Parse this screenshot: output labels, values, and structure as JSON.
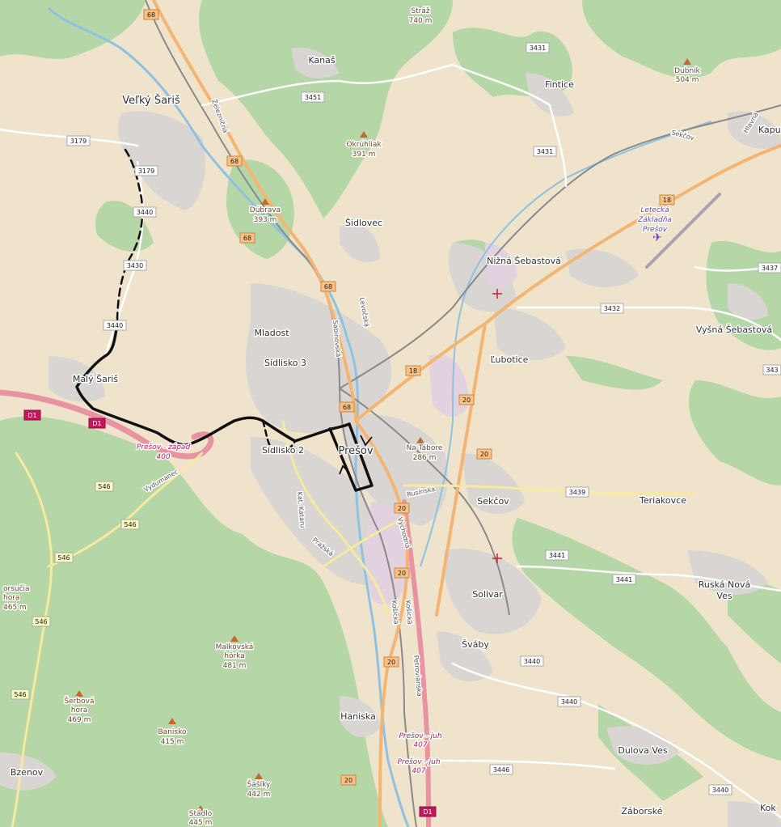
{
  "colors": {
    "background": "#f2efe9",
    "farmland": "#eee0c8",
    "forest": "#add19e",
    "residential": "#dcdcdc",
    "industrial": "#e4d5e0",
    "motorway": "#e892a2",
    "trunk": "#fbc082",
    "primary": "#fcd6a4",
    "secondary": "#f7fabf",
    "railway": "#888888",
    "water": "#8fc1e0",
    "route": "#111111",
    "peak": "#c46a2e"
  },
  "places": {
    "velky_saris": "Veľký Šariš",
    "kanas": "Kanaš",
    "fintice": "Fintice",
    "kapusany": "Kapuša",
    "sidlovec": "Šidlovec",
    "nizna_sebastova": "Nižná Šebastová",
    "mladost": "Mladost",
    "sidlisko3": "Sídlisko 3",
    "lubotice": "Ľubotice",
    "vysna_sebastova": "Vyšná Šebastová",
    "maly_saris": "Malý Šariš",
    "presov": "Prešov",
    "sidlisko2": "Sídlisko 2",
    "sekcov": "Sekčov",
    "teriakovce": "Teriakovce",
    "solivar": "Solivar",
    "ruska_nova": "Ruská Nová",
    "ves": "Ves",
    "svaby": "Šváby",
    "haniska": "Haniska",
    "dulova_ves": "Dulova Ves",
    "bzenov": "Bzenov",
    "zaborske": "Záborské",
    "kok": "Kok"
  },
  "peaks": {
    "straz": {
      "name": "Stráž",
      "ele": "740 m"
    },
    "dubnik": {
      "name": "Dubník",
      "ele": "504 m"
    },
    "okruhliak": {
      "name": "Okrúhliak",
      "ele": "391 m"
    },
    "dubrava": {
      "name": "Dúbrava",
      "ele": "393 m"
    },
    "na_tabore": {
      "name": "Na Tábore",
      "ele": "286 m"
    },
    "malkovska": {
      "name": "Malkovská",
      "name2": "hôrka",
      "ele": "481 m"
    },
    "serbova": {
      "name": "Šerbová",
      "name2": "hora",
      "ele": "469 m"
    },
    "banisko": {
      "name": "Banisko",
      "ele": "415 m"
    },
    "sasiky": {
      "name": "Šašíky",
      "ele": "442 m"
    },
    "stadlo": {
      "name": "Stádlo",
      "ele": "445 m"
    },
    "jursucia": {
      "name": "orsučia",
      "name2": "hora",
      "ele": "465 m"
    }
  },
  "airport": {
    "line1": "Letecká",
    "line2": "Základňa",
    "line3": "Prešov"
  },
  "exits": {
    "presov_zapad": "Prešov - západ",
    "presov_zapad_num": "400",
    "presov_juh1": "Prešov - juh",
    "presov_juh1_num": "407",
    "presov_juh2": "Prešov - juh",
    "presov_juh2_num": "407"
  },
  "streets": {
    "zelezniciarska": "Železničná",
    "sabinovska": "Sabinovská",
    "levocska": "Levočská",
    "vydumanec": "Vydumanec",
    "prazska": "Pražská",
    "ruzinska": "Rusínska",
    "vychodna": "Východná",
    "kosicka": "Košická",
    "kosicka2": "Košická",
    "petrovianska": "Petrovianska",
    "katova": "Kat. Kataru",
    "hlavna": "Hlavná",
    "sekcov_r": "Sekčov"
  },
  "roads": {
    "r68a": "68",
    "r68b": "68",
    "r68c": "68",
    "r68d": "68",
    "r68e": "68",
    "r3431a": "3431",
    "r3431b": "3431",
    "r3451": "3451",
    "r3179a": "3179",
    "r3179b": "3179",
    "r3440a": "3440",
    "r3430": "3430",
    "r3440b": "3440",
    "r18a": "18",
    "r18b": "18",
    "r20a": "20",
    "r20b": "20",
    "r20c": "20",
    "r20d": "20",
    "r20e": "20",
    "r20f": "20",
    "d1a": "D1",
    "d1b": "D1",
    "d1c": "D1",
    "r3432": "3432",
    "r3437": "3437",
    "r343": "343",
    "r3439": "3439",
    "r3441a": "3441",
    "r3441b": "3441",
    "r3440c": "3440",
    "r3440d": "3440",
    "r3440e": "3440",
    "r3446": "3446",
    "r546a": "546",
    "r546b": "546",
    "r546c": "546",
    "r546d": "546",
    "r546e": "546"
  }
}
